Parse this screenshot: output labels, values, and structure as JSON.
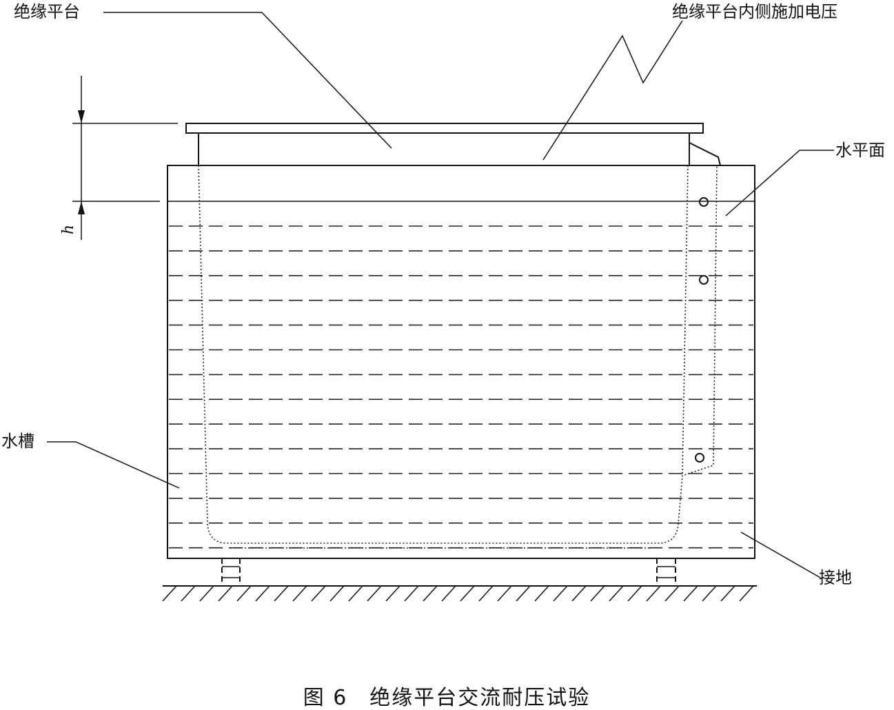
{
  "labels": {
    "platform": "绝缘平台",
    "voltage": "绝缘平台内侧施加电压",
    "water_level": "水平面",
    "tank": "水槽",
    "ground": "接地",
    "h": "h"
  },
  "caption": "图 6　绝缘平台交流耐压试验"
}
